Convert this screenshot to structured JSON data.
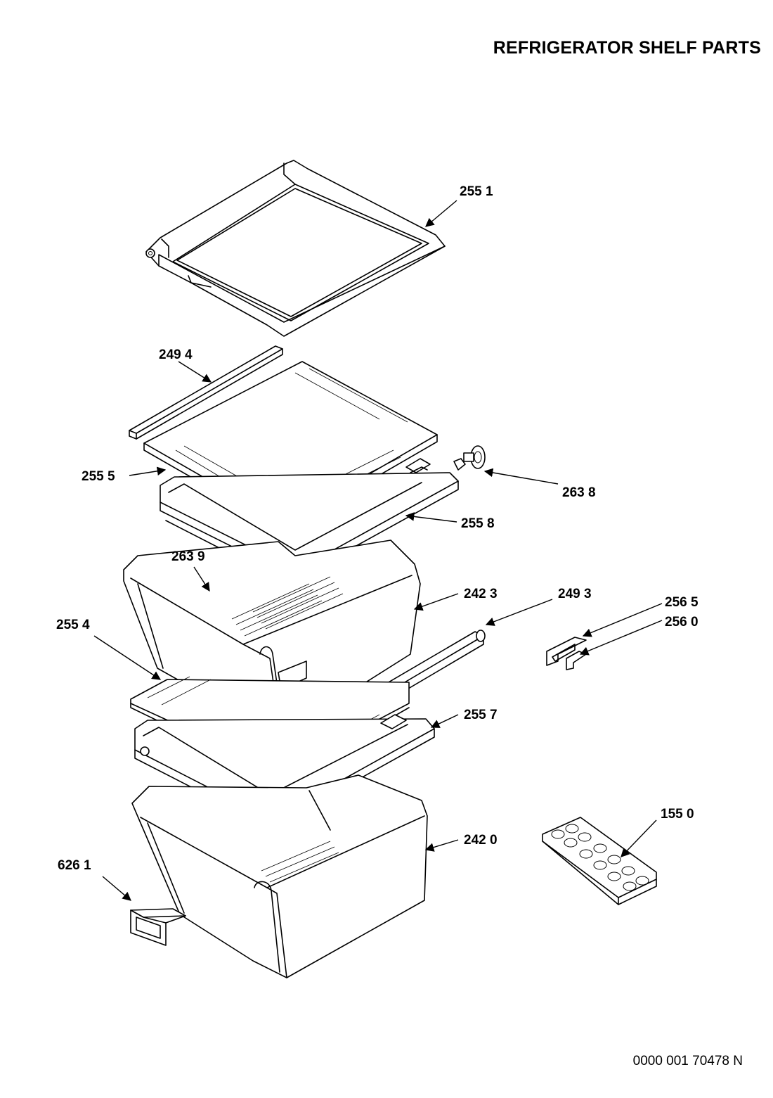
{
  "title": "REFRIGERATOR SHELF PARTS",
  "document_number": "0000 001 70478 N",
  "part_labels": {
    "p2551": "255 1",
    "p2494": "249 4",
    "p2555": "255 5",
    "p2638": "263 8",
    "p2558": "255 8",
    "p2639": "263 9",
    "p2423": "242 3",
    "p2493": "249 3",
    "p2565": "256 5",
    "p2560": "256 0",
    "p2554": "255 4",
    "p2557": "255 7",
    "p1550": "155 0",
    "p2420": "242 0",
    "p6261": "626 1"
  }
}
